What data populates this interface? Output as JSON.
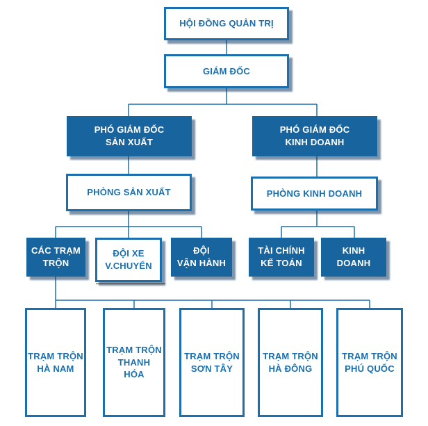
{
  "org_chart": {
    "board": "HỘI ĐỒNG QUẢN TRỊ",
    "director": "GIÁM ĐỐC",
    "deputy_production": "PHÓ GIÁM ĐỐC\nSẢN XUẤT",
    "deputy_business": "PHÓ GIÁM ĐỐC\nKINH DOANH",
    "production_dept": "PHÒNG SẢN XUẤT",
    "business_dept": "PHÒNG KINH DOANH",
    "mixing_stations": "CÁC TRẠM\nTRỘN",
    "transport_team": "ĐỘI XE\nV.CHUYỂN",
    "operation_team": "ĐỘI\nVẬN HÀNH",
    "finance_accounting": "TÀI CHÍNH\nKẾ TOÁN",
    "sales": "KINH\nDOANH",
    "stations": [
      "TRẠM TRỘN\nHÀ NAM",
      "TRẠM TRỘN\nTHANH\nHÓA",
      "TRẠM TRỘN\nSƠN TÂY",
      "TRẠM TRỘN\nHÀ ĐÔNG",
      "TRẠM TRỘN\nPHÚ QUỐC"
    ]
  },
  "colors": {
    "brand_blue": "#18649e",
    "outline_blue": "#1a6fae"
  }
}
